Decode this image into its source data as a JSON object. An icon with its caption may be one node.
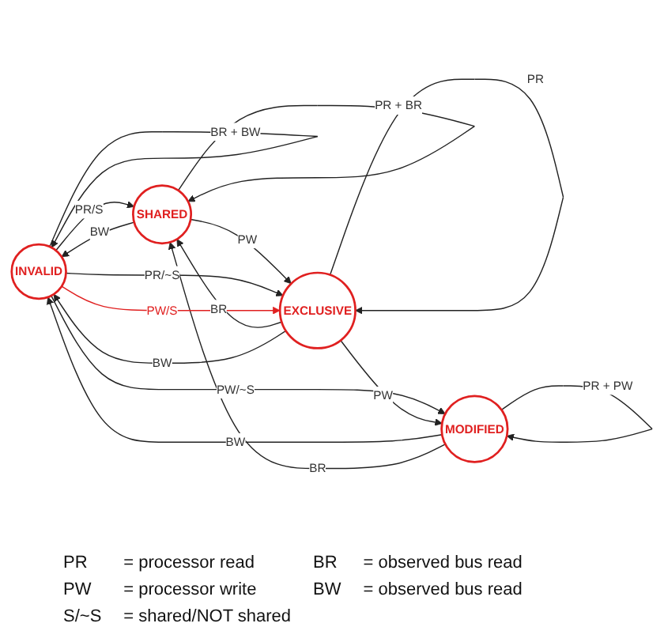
{
  "diagram": {
    "nodes": [
      {
        "text": [
          "INVALID"
        ]
      },
      {
        "text": [
          "SHARED"
        ]
      },
      {
        "text": [
          "EXCLUSIVE"
        ]
      },
      {
        "text": [
          "MODIFIED"
        ]
      }
    ],
    "edges": [
      {
        "from": 0,
        "to": 0,
        "arrow": "to",
        "label": "BR + BW"
      },
      {
        "from": 0,
        "to": 1,
        "arrow": "to",
        "label": "PR/S"
      },
      {
        "from": 1,
        "to": 0,
        "arrow": "to",
        "label": "BW"
      },
      {
        "from": 1,
        "to": 1,
        "arrow": "to",
        "label": "PR + BR"
      },
      {
        "from": 3,
        "to": 0,
        "arrow": "to",
        "label": "BW"
      },
      {
        "from": 2,
        "to": 1,
        "arrow": "to",
        "label": "BR"
      },
      {
        "from": 0,
        "to": 3,
        "arrow": "to",
        "label": "PW/~S"
      },
      {
        "from": 3,
        "to": 1,
        "arrow": "to",
        "label": "BR"
      },
      {
        "from": 1,
        "to": 2,
        "arrow": "to",
        "label": "PW"
      },
      {
        "from": 2,
        "to": 0,
        "arrow": "to",
        "label": "BW"
      },
      {
        "from": 0,
        "to": 2,
        "arrow": "to",
        "label": "PR/~S"
      },
      {
        "from": 0,
        "to": 2,
        "arrow": "to",
        "label": "PW/S",
        "color": "#e02020"
      },
      {
        "from": 2,
        "to": 3,
        "arrow": "to",
        "label": "PW"
      },
      {
        "from": 2,
        "to": 2,
        "arrow": "to",
        "label": "PR"
      },
      {
        "from": 3,
        "to": 3,
        "arrow": "to",
        "label": "PR + PW"
      }
    ],
    "labels": [
      "PR",
      "= processor read",
      "BR",
      "= observed bus read",
      "PW",
      "= processor write",
      "BW",
      "= observed bus read",
      "S/~S",
      "= shared/NOT shared"
    ]
  }
}
